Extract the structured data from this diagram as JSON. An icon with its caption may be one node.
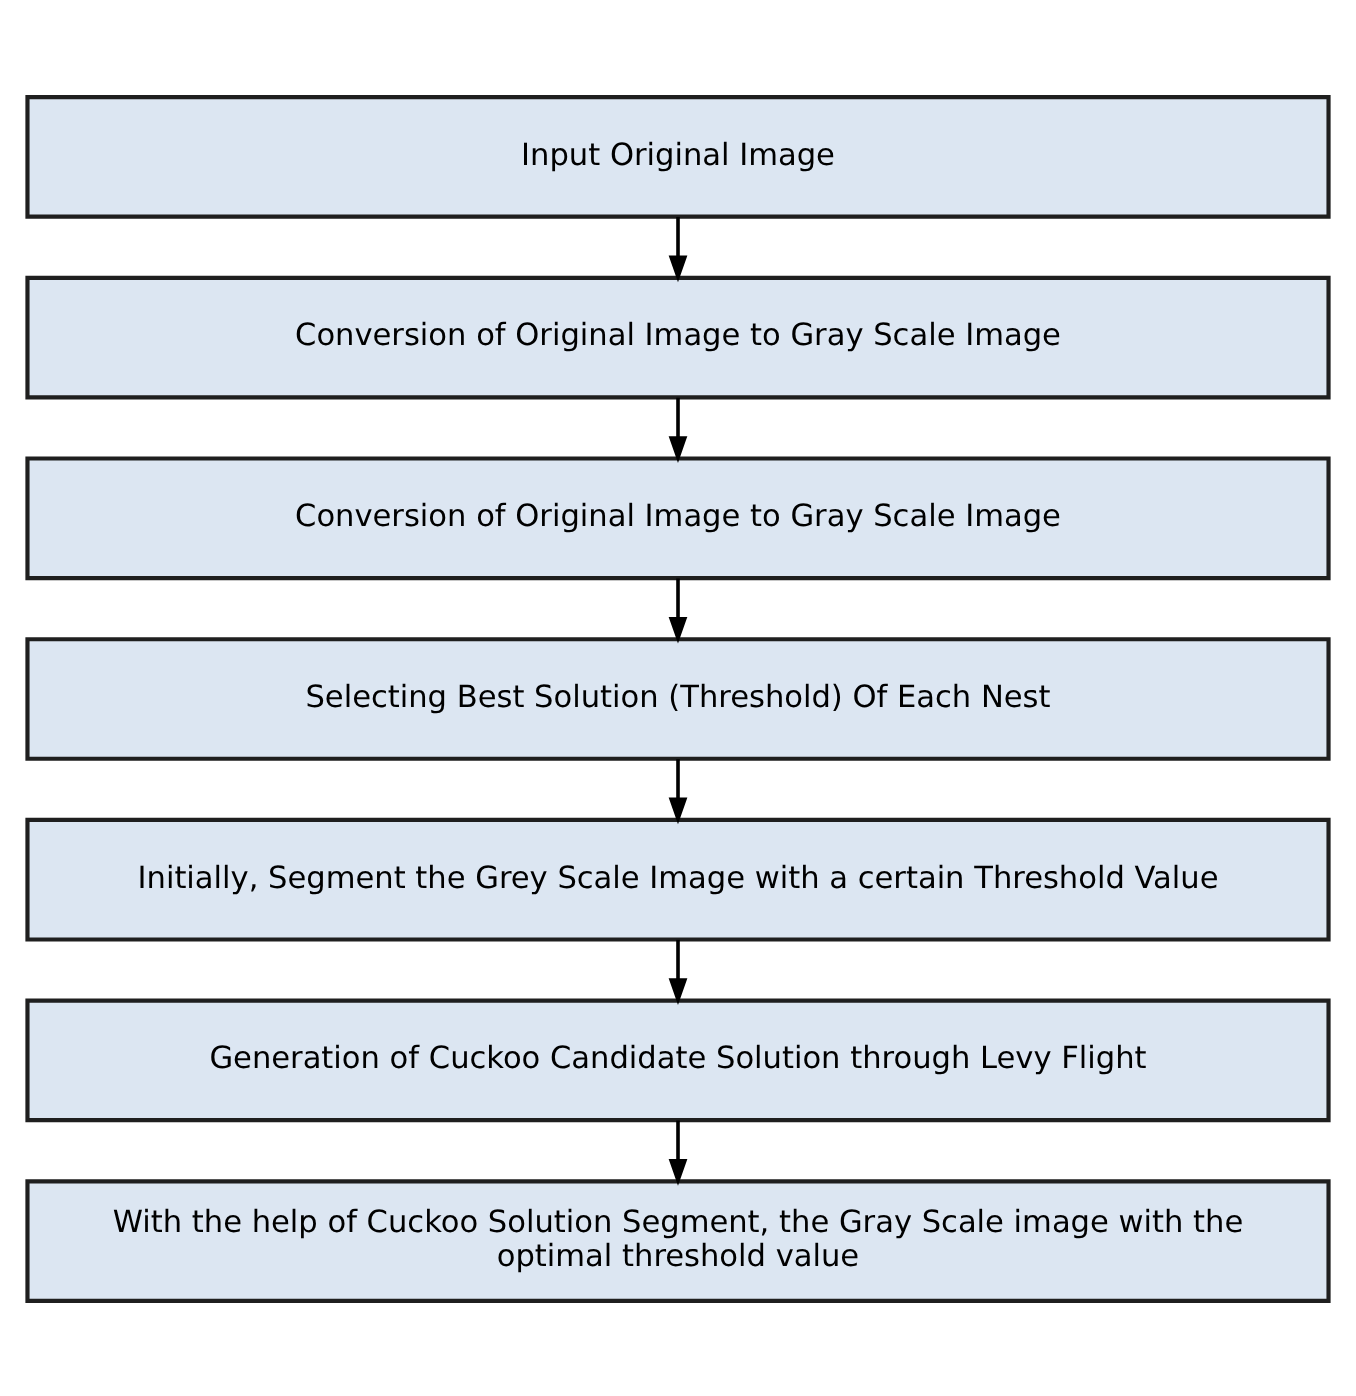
{
  "diagram": {
    "nodes": [
      {
        "text": [
          "Input Original Image"
        ]
      },
      {
        "text": [
          "Conversion of Original Image to Gray Scale Image"
        ]
      },
      {
        "text": [
          "Conversion of Original Image to Gray Scale Image"
        ]
      },
      {
        "text": [
          "Selecting Best Solution (Threshold) Of Each Nest"
        ]
      },
      {
        "text": [
          "Initially, Segment the Grey Scale Image with a certain Threshold Value"
        ]
      },
      {
        "text": [
          "Generation of Cuckoo Candidate Solution through Levy Flight"
        ]
      },
      {
        "text": [
          "With the help of Cuckoo Solution Segment, the Gray Scale image with the optimal threshold value"
        ]
      }
    ],
    "edges": [
      {
        "from": 0,
        "to": 1,
        "arrow": "to"
      },
      {
        "from": 1,
        "to": 2,
        "arrow": "to"
      },
      {
        "from": 2,
        "to": 3,
        "arrow": "to"
      },
      {
        "from": 3,
        "to": 4,
        "arrow": "to"
      },
      {
        "from": 4,
        "to": 5,
        "arrow": "to"
      },
      {
        "from": 5,
        "to": 6,
        "arrow": "to"
      }
    ]
  }
}
